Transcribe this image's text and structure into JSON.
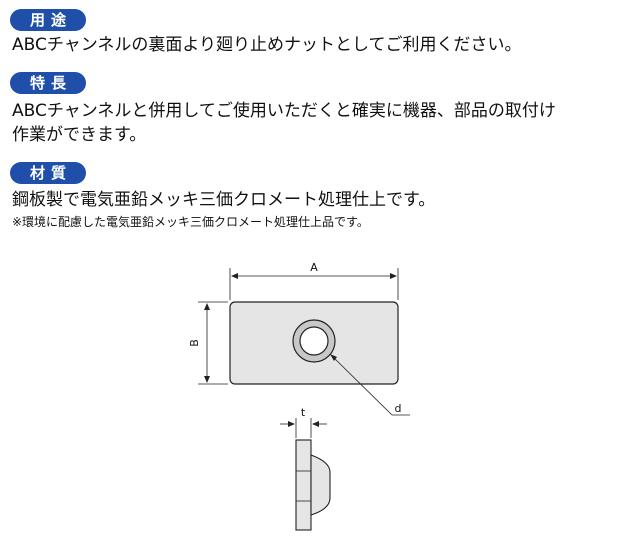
{
  "sections": [
    {
      "label": "用途",
      "lines": [
        "ABCチャンネルの裏面より廻り止めナットとしてご利用ください。"
      ]
    },
    {
      "label": "特長",
      "lines": [
        "ABCチャンネルと併用してご使用いただくと確実に機器、部品の取付け",
        "作業ができます。"
      ]
    },
    {
      "label": "材質",
      "lines": [
        "鋼板製で電気亜鉛メッキ三価クロメート処理仕上です。"
      ],
      "note": "※環境に配慮した電気亜鉛メッキ三価クロメート処理仕上品です。"
    }
  ],
  "diagram": {
    "dim_width": "A",
    "dim_height": "B",
    "dim_hole": "d",
    "dim_thickness": "t"
  }
}
